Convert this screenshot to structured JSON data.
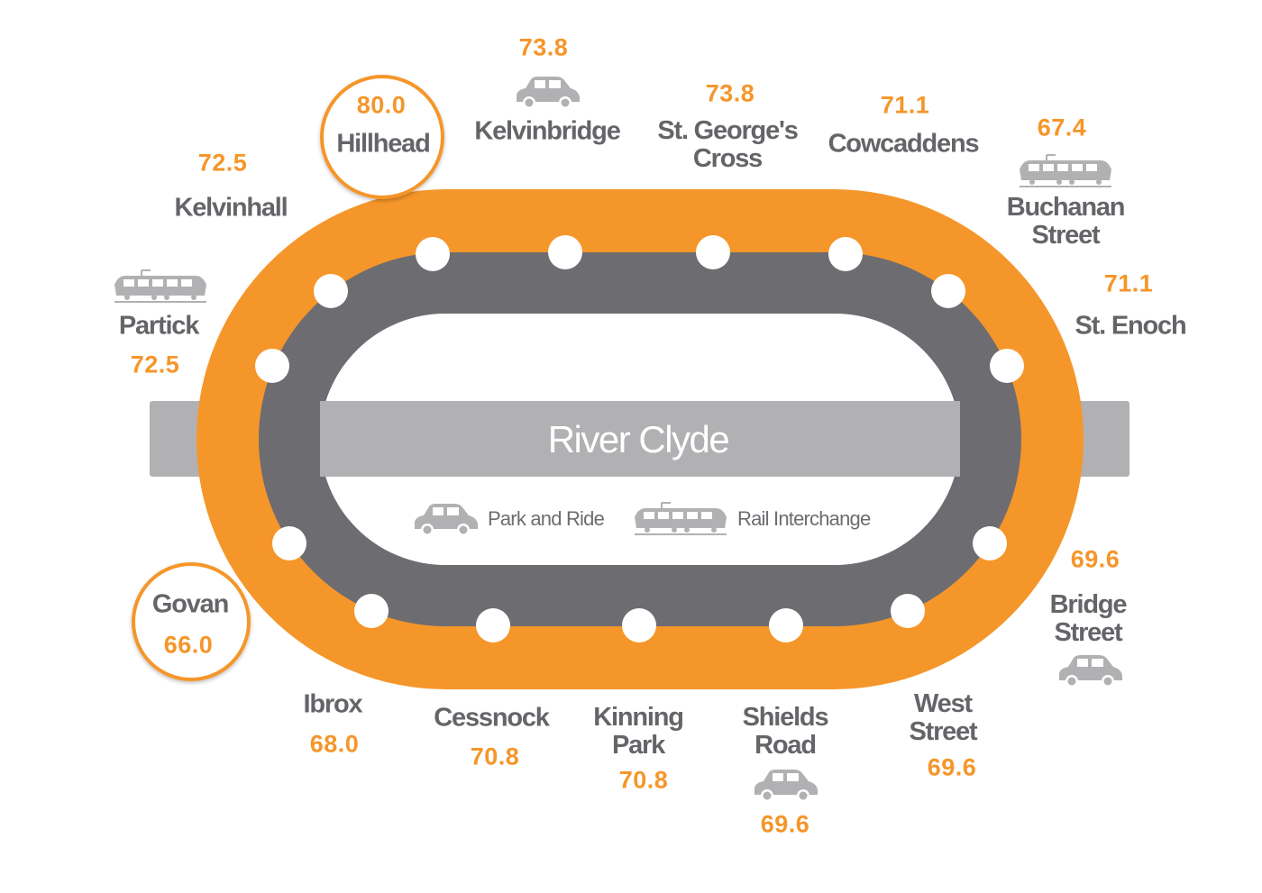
{
  "colors": {
    "line": "#f5962a",
    "track": "#6d6c71",
    "river": "#b1b1b4",
    "text": "#656468",
    "value": "#f5962a"
  },
  "river": {
    "label": "River Clyde"
  },
  "legend": {
    "park_and_ride": "Park and Ride",
    "rail_interchange": "Rail Interchange"
  },
  "stations": [
    {
      "name": "Kelvinhall",
      "value": "72.5"
    },
    {
      "name": "Hillhead",
      "value": "80.0",
      "highlighted": true
    },
    {
      "name": "Kelvinbridge",
      "value": "73.8",
      "icon": "car"
    },
    {
      "name": "St. George's\nCross",
      "value": "73.8"
    },
    {
      "name": "Cowcaddens",
      "value": "71.1"
    },
    {
      "name": "Buchanan\nStreet",
      "value": "67.4",
      "icon": "train"
    },
    {
      "name": "St. Enoch",
      "value": "71.1"
    },
    {
      "name": "Bridge\nStreet",
      "value": "69.6",
      "icon": "car"
    },
    {
      "name": "West\nStreet",
      "value": "69.6"
    },
    {
      "name": "Shields\nRoad",
      "value": "69.6",
      "icon": "car"
    },
    {
      "name": "Kinning\nPark",
      "value": "70.8"
    },
    {
      "name": "Cessnock",
      "value": "70.8"
    },
    {
      "name": "Ibrox",
      "value": "68.0"
    },
    {
      "name": "Govan",
      "value": "66.0",
      "highlighted": true
    },
    {
      "name": "Partick",
      "value": "72.5",
      "icon": "train"
    }
  ]
}
